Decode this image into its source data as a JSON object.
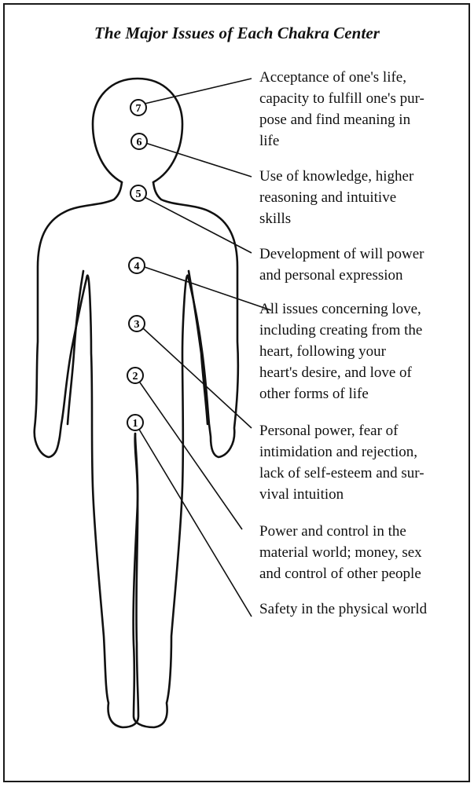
{
  "title": "The Major Issues of Each Chakra Center",
  "chakras": [
    {
      "number": "7",
      "lines": [
        "Acceptance of one's life,",
        "capacity to fulfill one's pur-",
        "pose and find meaning in",
        "life"
      ]
    },
    {
      "number": "6",
      "lines": [
        "Use of knowledge, higher",
        "reasoning and intuitive",
        "skills"
      ]
    },
    {
      "number": "5",
      "lines": [
        "Development of will power",
        "and personal expression"
      ]
    },
    {
      "number": "4",
      "lines": [
        "All issues concerning love,",
        "including creating from the",
        "heart, following your",
        "heart's desire, and love of",
        "other forms of life"
      ]
    },
    {
      "number": "3",
      "lines": [
        "Personal power, fear of",
        "intimidation and rejection,",
        "lack of self-esteem and sur-",
        "vival intuition"
      ]
    },
    {
      "number": "2",
      "lines": [
        "Power and control in the",
        "material world; money, sex",
        "and control of other people"
      ]
    },
    {
      "number": "1",
      "lines": [
        "Safety in the physical world"
      ]
    }
  ]
}
